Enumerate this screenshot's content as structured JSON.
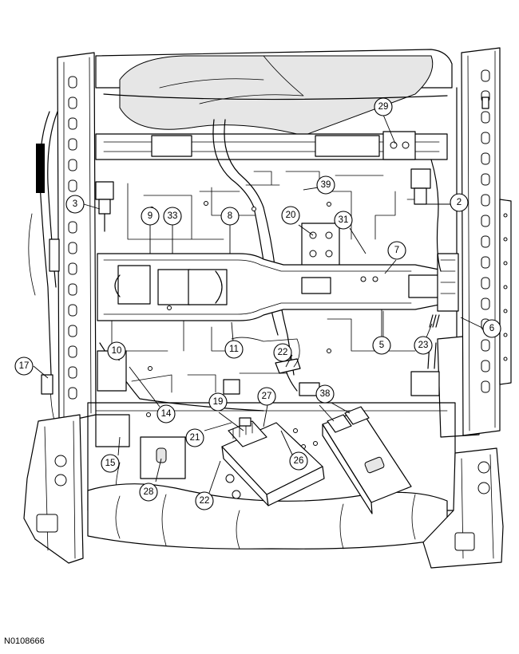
{
  "figure_id": "N0108666",
  "callouts": [
    {
      "label": "29"
    },
    {
      "label": "39"
    },
    {
      "label": "3"
    },
    {
      "label": "2"
    },
    {
      "label": "9"
    },
    {
      "label": "33"
    },
    {
      "label": "8"
    },
    {
      "label": "20"
    },
    {
      "label": "31"
    },
    {
      "label": "7"
    },
    {
      "label": "6"
    },
    {
      "label": "10"
    },
    {
      "label": "11"
    },
    {
      "label": "22"
    },
    {
      "label": "5"
    },
    {
      "label": "23"
    },
    {
      "label": "17"
    },
    {
      "label": "14"
    },
    {
      "label": "19"
    },
    {
      "label": "27"
    },
    {
      "label": "38"
    },
    {
      "label": "21"
    },
    {
      "label": "26"
    },
    {
      "label": "15"
    },
    {
      "label": "28"
    },
    {
      "label": "22"
    }
  ]
}
